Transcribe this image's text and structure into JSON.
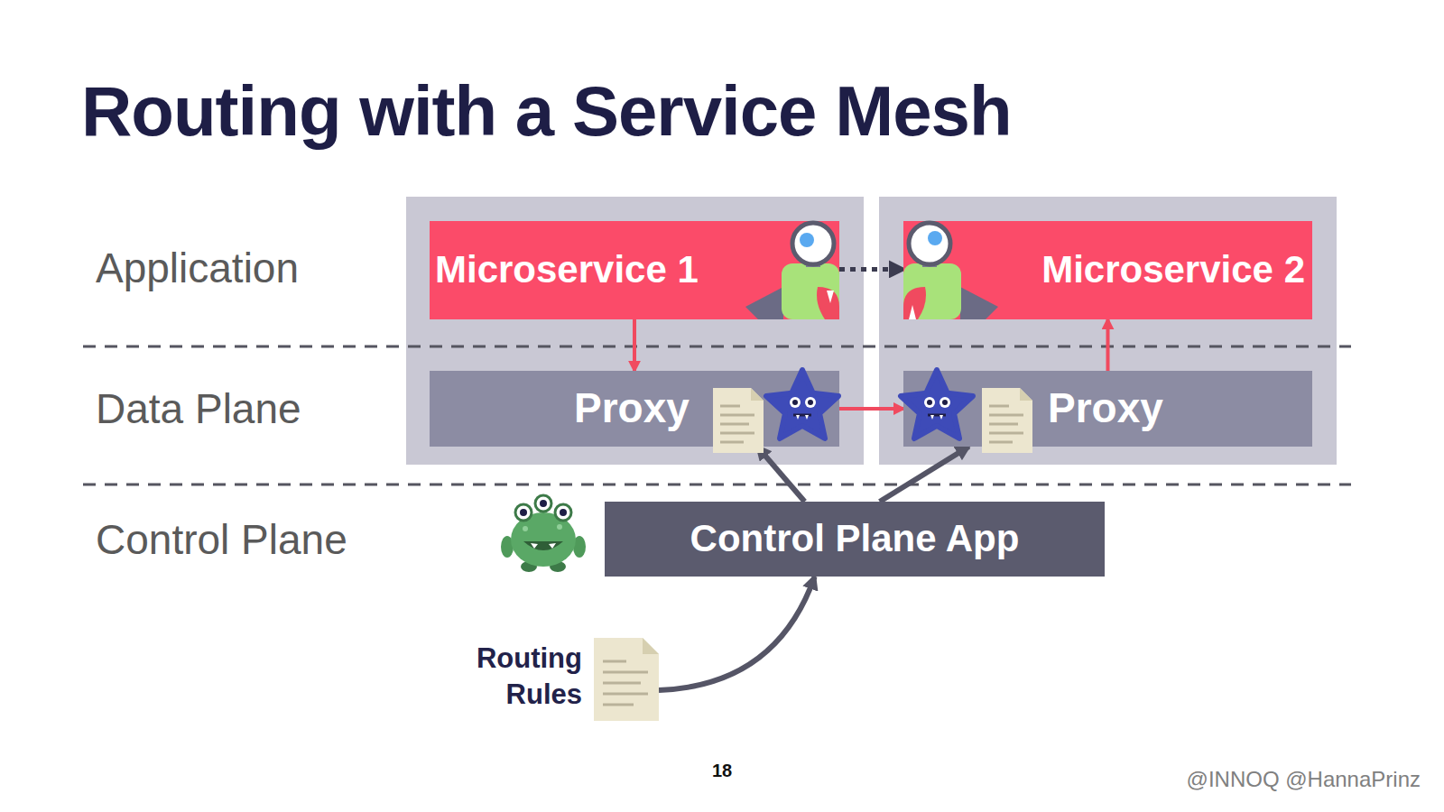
{
  "diagram": {
    "title": "Routing with a Service Mesh",
    "nodes": [
      {
        "text": [
          "Microservice 1"
        ]
      },
      {
        "text": [
          "Microservice 2"
        ]
      },
      {
        "text": [
          "Proxy"
        ]
      },
      {
        "text": [
          "Proxy"
        ]
      },
      {
        "text": [
          "Control Plane App"
        ]
      },
      {
        "text": [
          "Routing Rules"
        ]
      }
    ],
    "edges": [
      {
        "from": 0,
        "to": 2,
        "arrow": "to"
      },
      {
        "from": 2,
        "to": 3,
        "arrow": "to"
      },
      {
        "from": 3,
        "to": 1,
        "arrow": "to"
      },
      {
        "from": 0,
        "to": 1,
        "arrow": "to"
      },
      {
        "from": 4,
        "to": 2,
        "arrow": "to"
      },
      {
        "from": 4,
        "to": 3,
        "arrow": "to"
      },
      {
        "from": 5,
        "to": 4,
        "arrow": "to"
      }
    ],
    "labels": [
      "Application",
      "Data Plane",
      "Control Plane",
      "18",
      "@INNOQ @HannaPrinz"
    ]
  }
}
